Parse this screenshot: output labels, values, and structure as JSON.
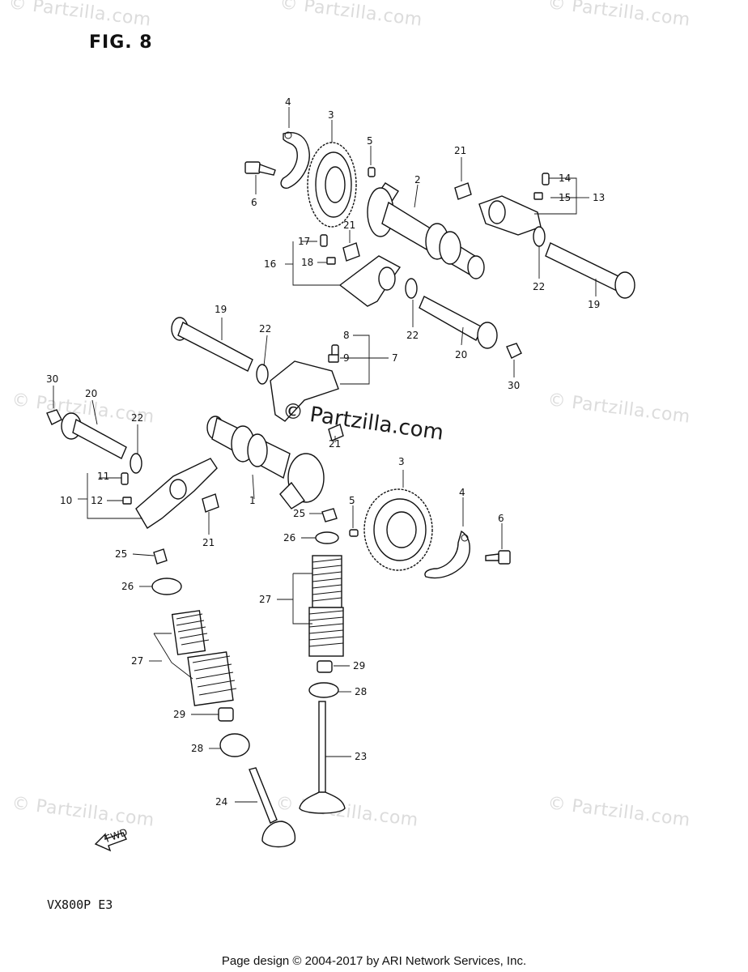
{
  "figure": {
    "title": "FIG. 8",
    "model_code": "VX800P  E3",
    "footer": "Page design © 2004-2017 by ARI Network Services, Inc.",
    "center_watermark": "© Partzilla.com",
    "watermark_text": "© Partzilla.com",
    "fwd_label": "FWD"
  },
  "callouts": {
    "c1": "1",
    "c2": "2",
    "c3a": "3",
    "c3b": "3",
    "c4a": "4",
    "c4b": "4",
    "c5a": "5",
    "c5b": "5",
    "c6a": "6",
    "c6b": "6",
    "c7": "7",
    "c8": "8",
    "c9": "9",
    "c10": "10",
    "c11": "11",
    "c12": "12",
    "c13": "13",
    "c14": "14",
    "c15": "15",
    "c16": "16",
    "c17": "17",
    "c18": "18",
    "c19a": "19",
    "c19b": "19",
    "c20a": "20",
    "c20b": "20",
    "c21a": "21",
    "c21b": "21",
    "c21c": "21",
    "c21d": "21",
    "c22a": "22",
    "c22b": "22",
    "c22c": "22",
    "c22d": "22",
    "c23": "23",
    "c24": "24",
    "c25a": "25",
    "c25b": "25",
    "c26a": "26",
    "c26b": "26",
    "c27a": "27",
    "c27b": "27",
    "c28a": "28",
    "c28b": "28",
    "c29a": "29",
    "c29b": "29",
    "c30a": "30",
    "c30b": "30"
  }
}
